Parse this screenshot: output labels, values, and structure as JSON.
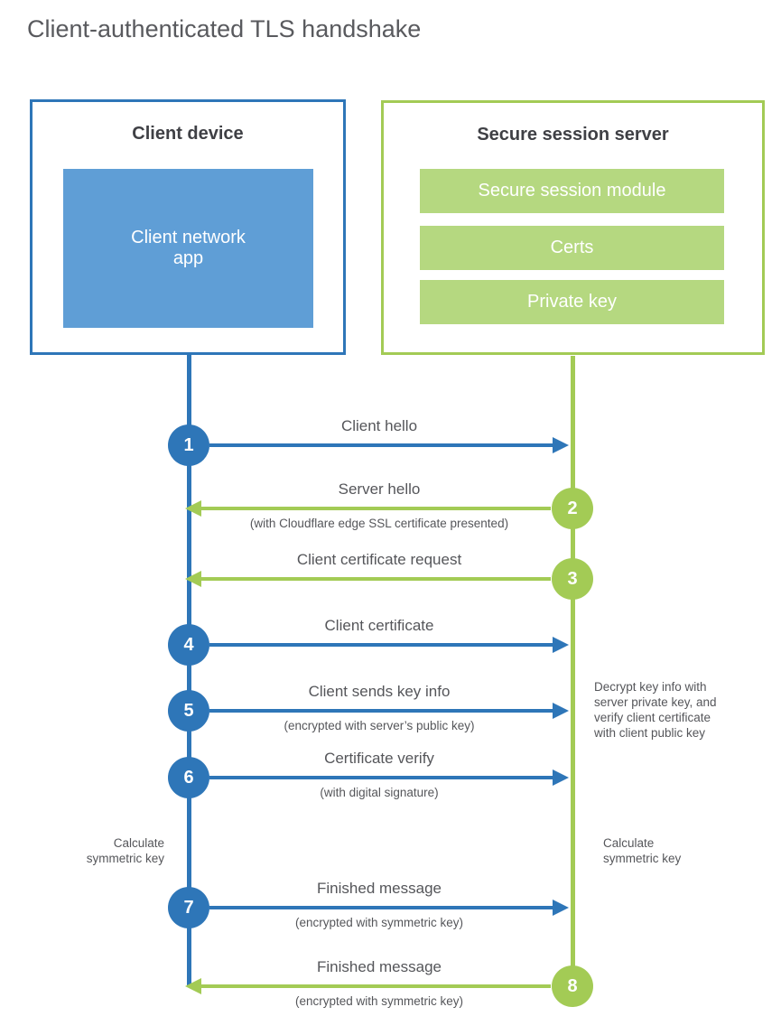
{
  "title": "Client-authenticated TLS handshake",
  "client_box": {
    "title": "Client device",
    "app_label": "Client network\napp"
  },
  "server_box": {
    "title": "Secure session server",
    "modules": [
      "Secure session module",
      "Certs",
      "Private key"
    ]
  },
  "steps": [
    {
      "number": "1",
      "label": "Client hello",
      "direction": "right",
      "actor": "client"
    },
    {
      "number": "2",
      "label": "Server hello",
      "sub": "(with Cloudflare edge SSL certificate presented)",
      "direction": "left",
      "actor": "server"
    },
    {
      "number": "3",
      "label": "Client certificate request",
      "direction": "left",
      "actor": "server"
    },
    {
      "number": "4",
      "label": "Client certificate",
      "direction": "right",
      "actor": "client"
    },
    {
      "number": "5",
      "label": "Client sends key info",
      "sub": "(encrypted with server’s public key)",
      "direction": "right",
      "actor": "client"
    },
    {
      "number": "6",
      "label": "Certificate verify",
      "sub": "(with digital signature)",
      "direction": "right",
      "actor": "client"
    },
    {
      "number": "7",
      "label": "Finished message",
      "sub": "(encrypted with symmetric key)",
      "direction": "right",
      "actor": "client"
    },
    {
      "number": "8",
      "label": "Finished message",
      "sub": "(encrypted with symmetric key)",
      "direction": "left",
      "actor": "server"
    }
  ],
  "annotations": {
    "left_calc": "Calculate\nsymmetric key",
    "right_calc": "Calculate\nsymmetric key",
    "decrypt_note": "Decrypt key info with\nserver private key, and\nverify client certificate\nwith client public key"
  },
  "colors": {
    "blue": "#2e76b8",
    "blue_fill": "#5f9ed6",
    "green": "#a3cb55",
    "green_fill": "#b5d880",
    "text": "#55565a"
  }
}
